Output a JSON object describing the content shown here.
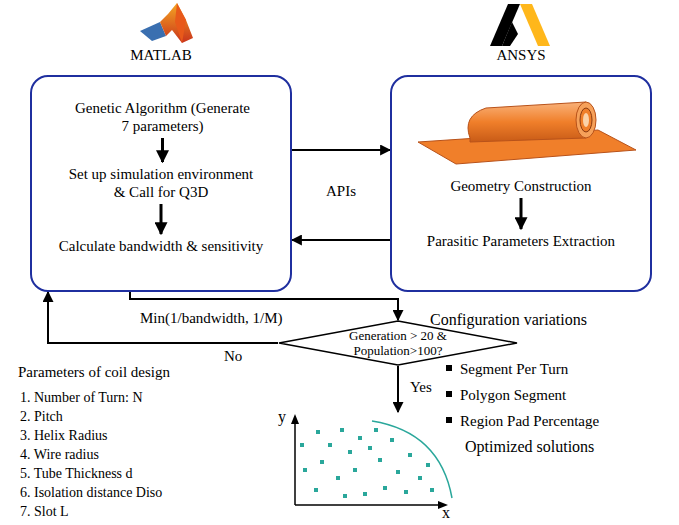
{
  "diagram": {
    "nodes": [
      {
        "text": [
          "MATLAB"
        ]
      },
      {
        "text": [
          "Genetic Algorithm (Generate 7 parameters)"
        ],
        "in": 0
      },
      {
        "text": [
          "Set up simulation environment & Call for Q3D"
        ],
        "in": 0
      },
      {
        "text": [
          "Calculate bandwidth & sensitivity"
        ],
        "in": 0
      },
      {
        "text": [
          "ANSYS"
        ]
      },
      {
        "text": [
          "Geometry Construction"
        ],
        "in": 4
      },
      {
        "text": [
          "Parasitic Parameters Extraction"
        ],
        "in": 4
      },
      {
        "text": [
          "Generation > 20 & Population>100?"
        ]
      },
      {
        "text": [
          "y",
          "x",
          "Optimized solutions"
        ]
      }
    ],
    "edges": [
      {
        "from": 1,
        "to": 2,
        "arrow": "to"
      },
      {
        "from": 2,
        "to": 3,
        "arrow": "to"
      },
      {
        "from": 0,
        "to": 4,
        "arrow": "to"
      },
      {
        "from": 4,
        "to": 0,
        "arrow": "to"
      },
      {
        "from": 5,
        "to": 6,
        "arrow": "to"
      },
      {
        "from": 0,
        "to": 7,
        "label": "Min(1/bandwidth, 1/M)",
        "arrow": "to"
      },
      {
        "from": 7,
        "to": 0,
        "label": "No",
        "arrow": "to"
      },
      {
        "from": 7,
        "to": 8,
        "label": "Yes",
        "arrow": "to"
      }
    ],
    "labels": [
      "APIs",
      "Configuration variations",
      "Segment Per Turn",
      "Polygon Segment",
      "Region Pad Percentage",
      "Parameters of coil design",
      "1. Number of Turn: N",
      "2. Pitch",
      "3. Helix Radius",
      "4. Wire radius",
      "5. Tube Thickness d",
      "6. Isolation distance Diso",
      "7. Slot L"
    ]
  }
}
